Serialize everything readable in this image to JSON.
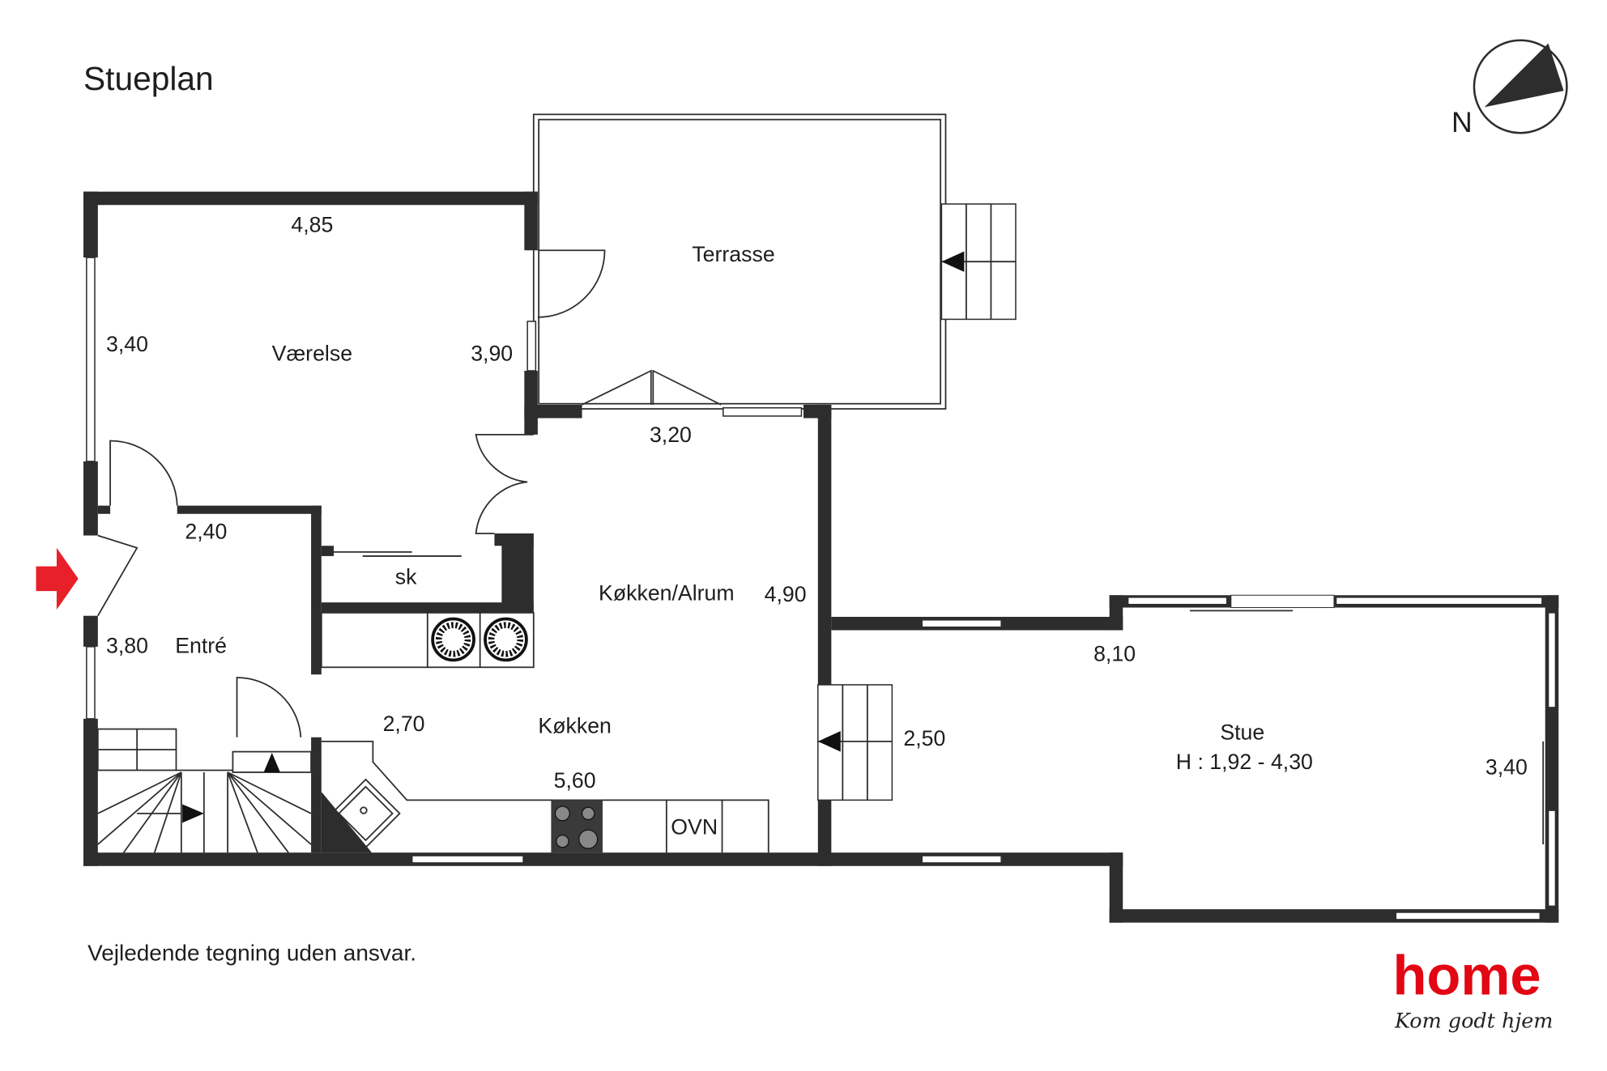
{
  "title": "Stueplan",
  "disclaimer": "Vejledende tegning uden ansvar.",
  "compass": {
    "label": "N"
  },
  "rooms": {
    "terrasse": {
      "name": "Terrasse"
    },
    "vaerelse": {
      "name": "Værelse",
      "width": "4,85",
      "depth": "3,40",
      "side": "3,90"
    },
    "entre": {
      "name": "Entré",
      "width": "2,40",
      "depth": "3,80"
    },
    "closet": {
      "name": "sk"
    },
    "alrum": {
      "name": "Køkken/Alrum",
      "width": "3,20",
      "depth": "4,90"
    },
    "kokken": {
      "name": "Køkken",
      "width": "5,60",
      "depth": "2,70",
      "oven": "OVN"
    },
    "stue": {
      "name": "Stue",
      "height": "H : 1,92 - 4,30",
      "width": "8,10",
      "depth": "3,40",
      "step": "2,50"
    }
  },
  "logo": {
    "brand": "home",
    "slogan": "Kom godt hjem",
    "color": "#e30613"
  },
  "colors": {
    "wall": "#2d2d2d",
    "entry_arrow": "#e8202a"
  }
}
